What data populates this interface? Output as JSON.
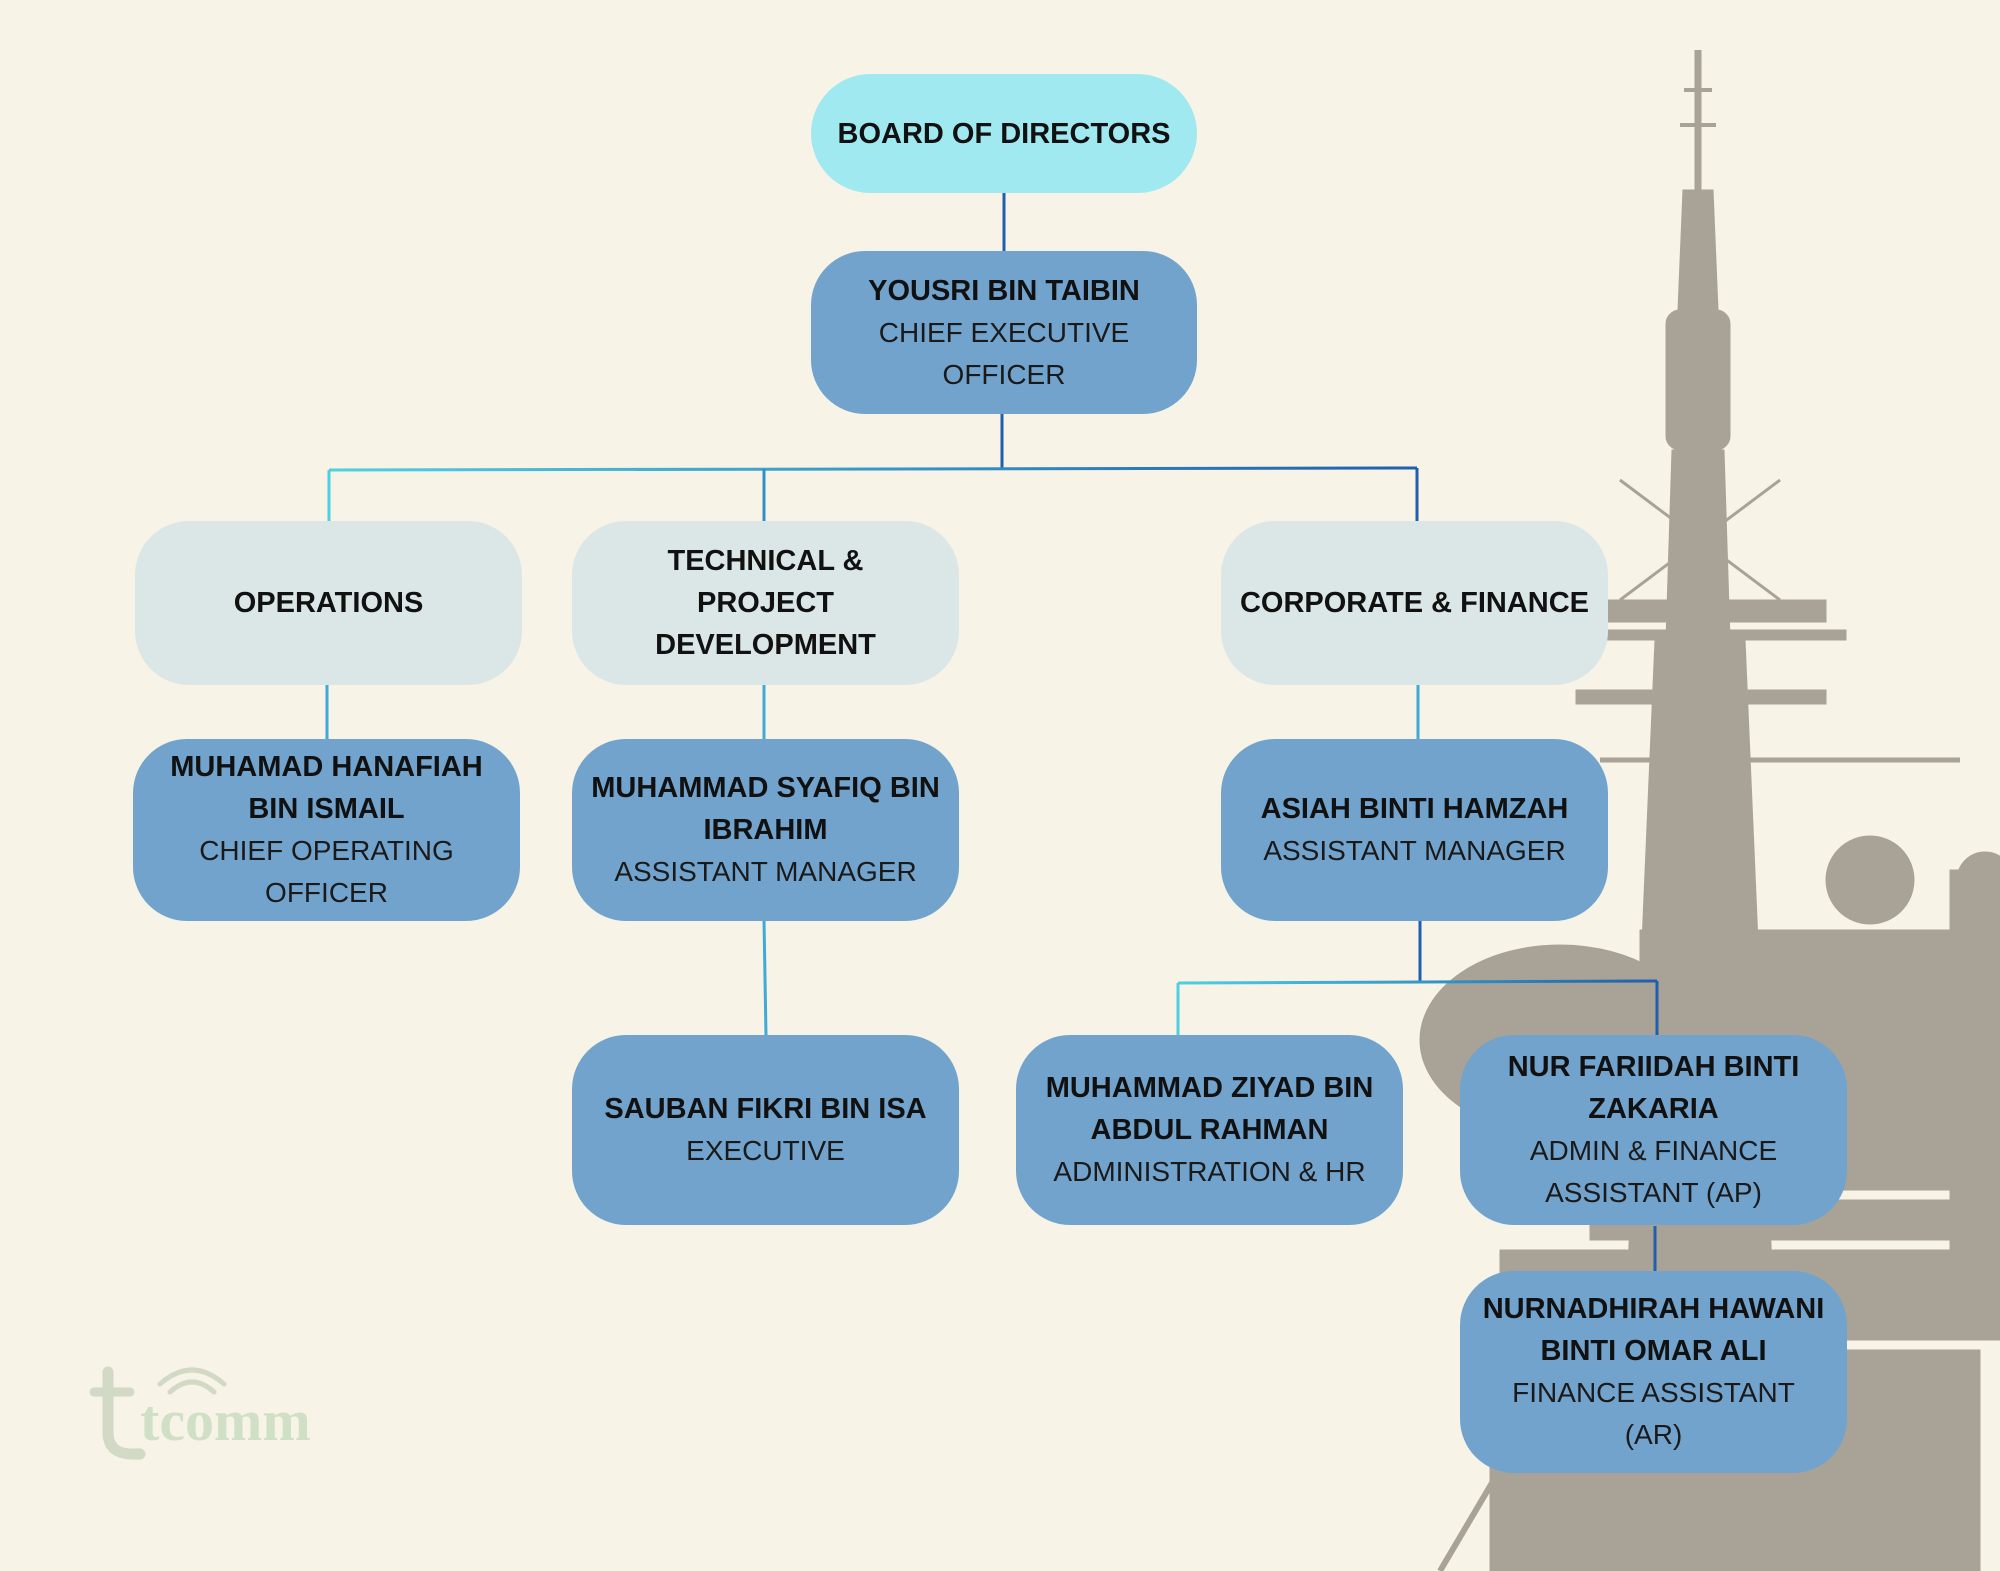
{
  "org_chart": {
    "board": {
      "title": "BOARD OF DIRECTORS"
    },
    "ceo": {
      "name": "YOUSRI BIN TAIBIN",
      "role": "CHIEF EXECUTIVE OFFICER"
    },
    "departments": {
      "operations": {
        "title": "OPERATIONS"
      },
      "technical": {
        "title": "TECHNICAL & PROJECT DEVELOPMENT"
      },
      "corporate": {
        "title": "CORPORATE & FINANCE"
      }
    },
    "people": {
      "coo": {
        "name": "MUHAMAD HANAFIAH BIN ISMAIL",
        "role": "CHIEF OPERATING OFFICER"
      },
      "tech_manager": {
        "name": "MUHAMMAD SYAFIQ BIN IBRAHIM",
        "role": "ASSISTANT MANAGER"
      },
      "tech_executive": {
        "name": "SAUBAN FIKRI BIN ISA",
        "role": "EXECUTIVE"
      },
      "corp_manager": {
        "name": "ASIAH BINTI HAMZAH",
        "role": "ASSISTANT MANAGER"
      },
      "admin_hr": {
        "name": "MUHAMMAD ZIYAD BIN ABDUL RAHMAN",
        "role": "ADMINISTRATION & HR"
      },
      "finance_ap": {
        "name": "NUR FARIIDAH BINTI ZAKARIA",
        "role": "ADMIN & FINANCE ASSISTANT (AP)"
      },
      "finance_ar": {
        "name": "NURNADHIRAH HAWANI BINTI OMAR ALI",
        "role": "FINANCE ASSISTANT (AR)"
      }
    }
  },
  "logo": {
    "text": "tcomm"
  },
  "colors": {
    "background": "#f7f3e6",
    "top_box": "#a1e9f1",
    "department_box": "#dbe7e7",
    "person_box": "#72a3cd",
    "connector_light": "#4fd0e2",
    "connector_dark": "#1f5fae",
    "tower": "#a8a396"
  }
}
